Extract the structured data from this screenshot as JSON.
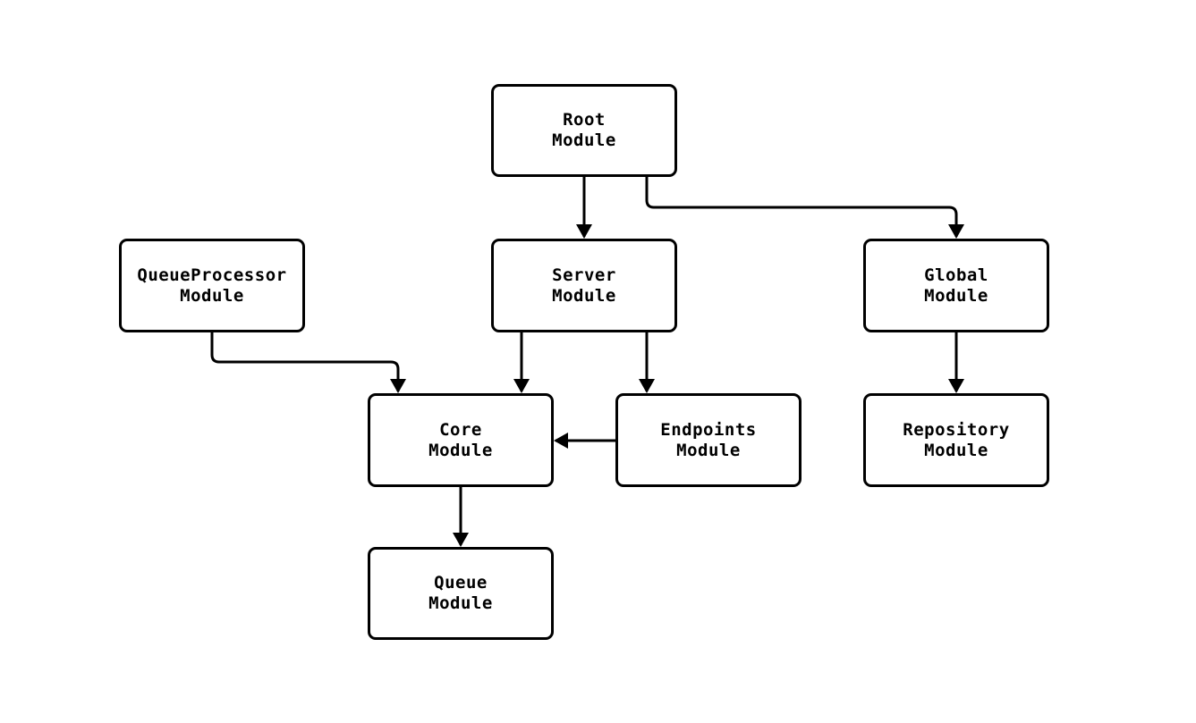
{
  "diagram": {
    "type": "module-dependency-graph",
    "background_color": "#ffffff",
    "node_fill": "#ffffff",
    "node_border_color": "#000000",
    "edge_color": "#000000",
    "text_color": "#000000",
    "nodes": [
      {
        "id": "root",
        "label": "Root\nModule"
      },
      {
        "id": "queueprocessor",
        "label": "QueueProcessor\nModule"
      },
      {
        "id": "server",
        "label": "Server\nModule"
      },
      {
        "id": "global",
        "label": "Global\nModule"
      },
      {
        "id": "core",
        "label": "Core\nModule"
      },
      {
        "id": "endpoints",
        "label": "Endpoints\nModule"
      },
      {
        "id": "repository",
        "label": "Repository\nModule"
      },
      {
        "id": "queue",
        "label": "Queue\nModule"
      }
    ],
    "edges": [
      {
        "from": "root",
        "to": "server"
      },
      {
        "from": "root",
        "to": "global"
      },
      {
        "from": "queueprocessor",
        "to": "core"
      },
      {
        "from": "server",
        "to": "core"
      },
      {
        "from": "server",
        "to": "endpoints"
      },
      {
        "from": "endpoints",
        "to": "core"
      },
      {
        "from": "global",
        "to": "repository"
      },
      {
        "from": "core",
        "to": "queue"
      }
    ]
  }
}
